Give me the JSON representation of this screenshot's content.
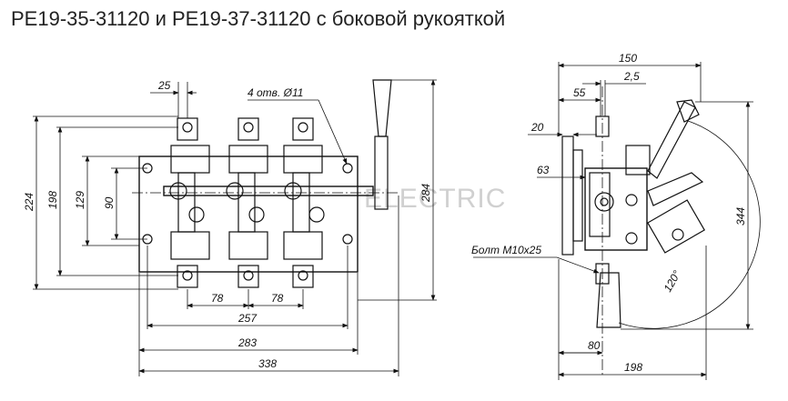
{
  "title": "РЕ19-35-31120 и РЕ19-37-31120 с боковой рукояткой",
  "watermark": "ELECTRIC",
  "front_view": {
    "dim_top": "25",
    "holes_note": "4 отв. Ø11",
    "dim_224": "224",
    "dim_198": "198",
    "dim_129": "129",
    "dim_90": "90",
    "dim_284": "284",
    "dim_78a": "78",
    "dim_78b": "78",
    "dim_257": "257",
    "dim_283": "283",
    "dim_338": "338"
  },
  "side_view": {
    "dim_150": "150",
    "dim_2_5": "2,5",
    "dim_55": "55",
    "dim_20": "20",
    "dim_63": "63",
    "bolt_note": "Болт М10х25",
    "dim_344": "344",
    "angle": "120°",
    "dim_80": "80",
    "dim_198": "198"
  },
  "colors": {
    "line": "#111111",
    "watermark": "#d0d0d0",
    "title": "#222222"
  }
}
